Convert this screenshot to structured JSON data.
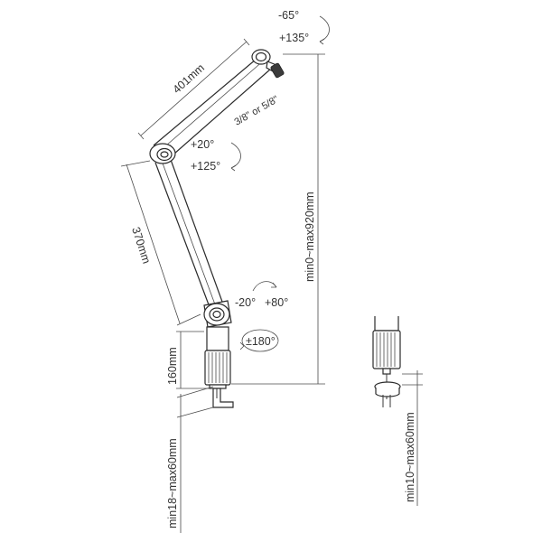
{
  "labels": {
    "upper_arm_length": "401mm",
    "lower_arm_length": "370mm",
    "thread_size": "3/8\" or 5/8\"",
    "total_reach": "min0~max920mm",
    "top_tilt_up": "-65°",
    "top_tilt_down": "+135°",
    "mid_tilt_up": "+20°",
    "mid_tilt_down": "+125°",
    "base_tilt_back": "-20°",
    "base_tilt_forward": "+80°",
    "rotation": "±180°",
    "pole_height": "160mm",
    "clamp_range": "min18~max60mm",
    "clamp_range_alt": "min10~max60mm"
  }
}
